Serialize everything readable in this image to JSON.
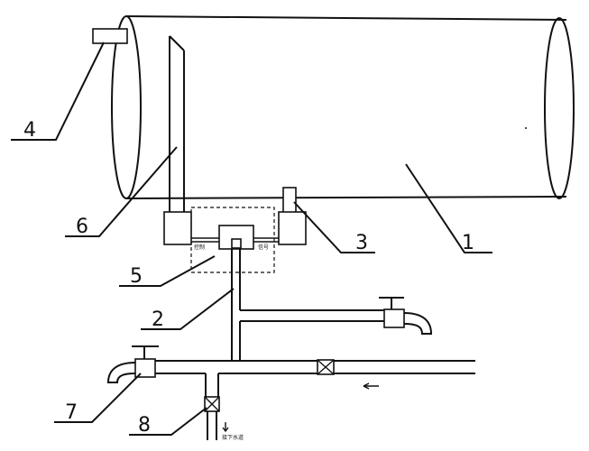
{
  "labels": {
    "l1": "1",
    "l2": "2",
    "l3": "3",
    "l4": "4",
    "l5": "5",
    "l6": "6",
    "l7": "7",
    "l8": "8"
  },
  "small_text": {
    "left_box": "控制",
    "right_box": "信号",
    "drain": "接下水道"
  },
  "colors": {
    "stroke": "#111111",
    "background": "#ffffff"
  }
}
